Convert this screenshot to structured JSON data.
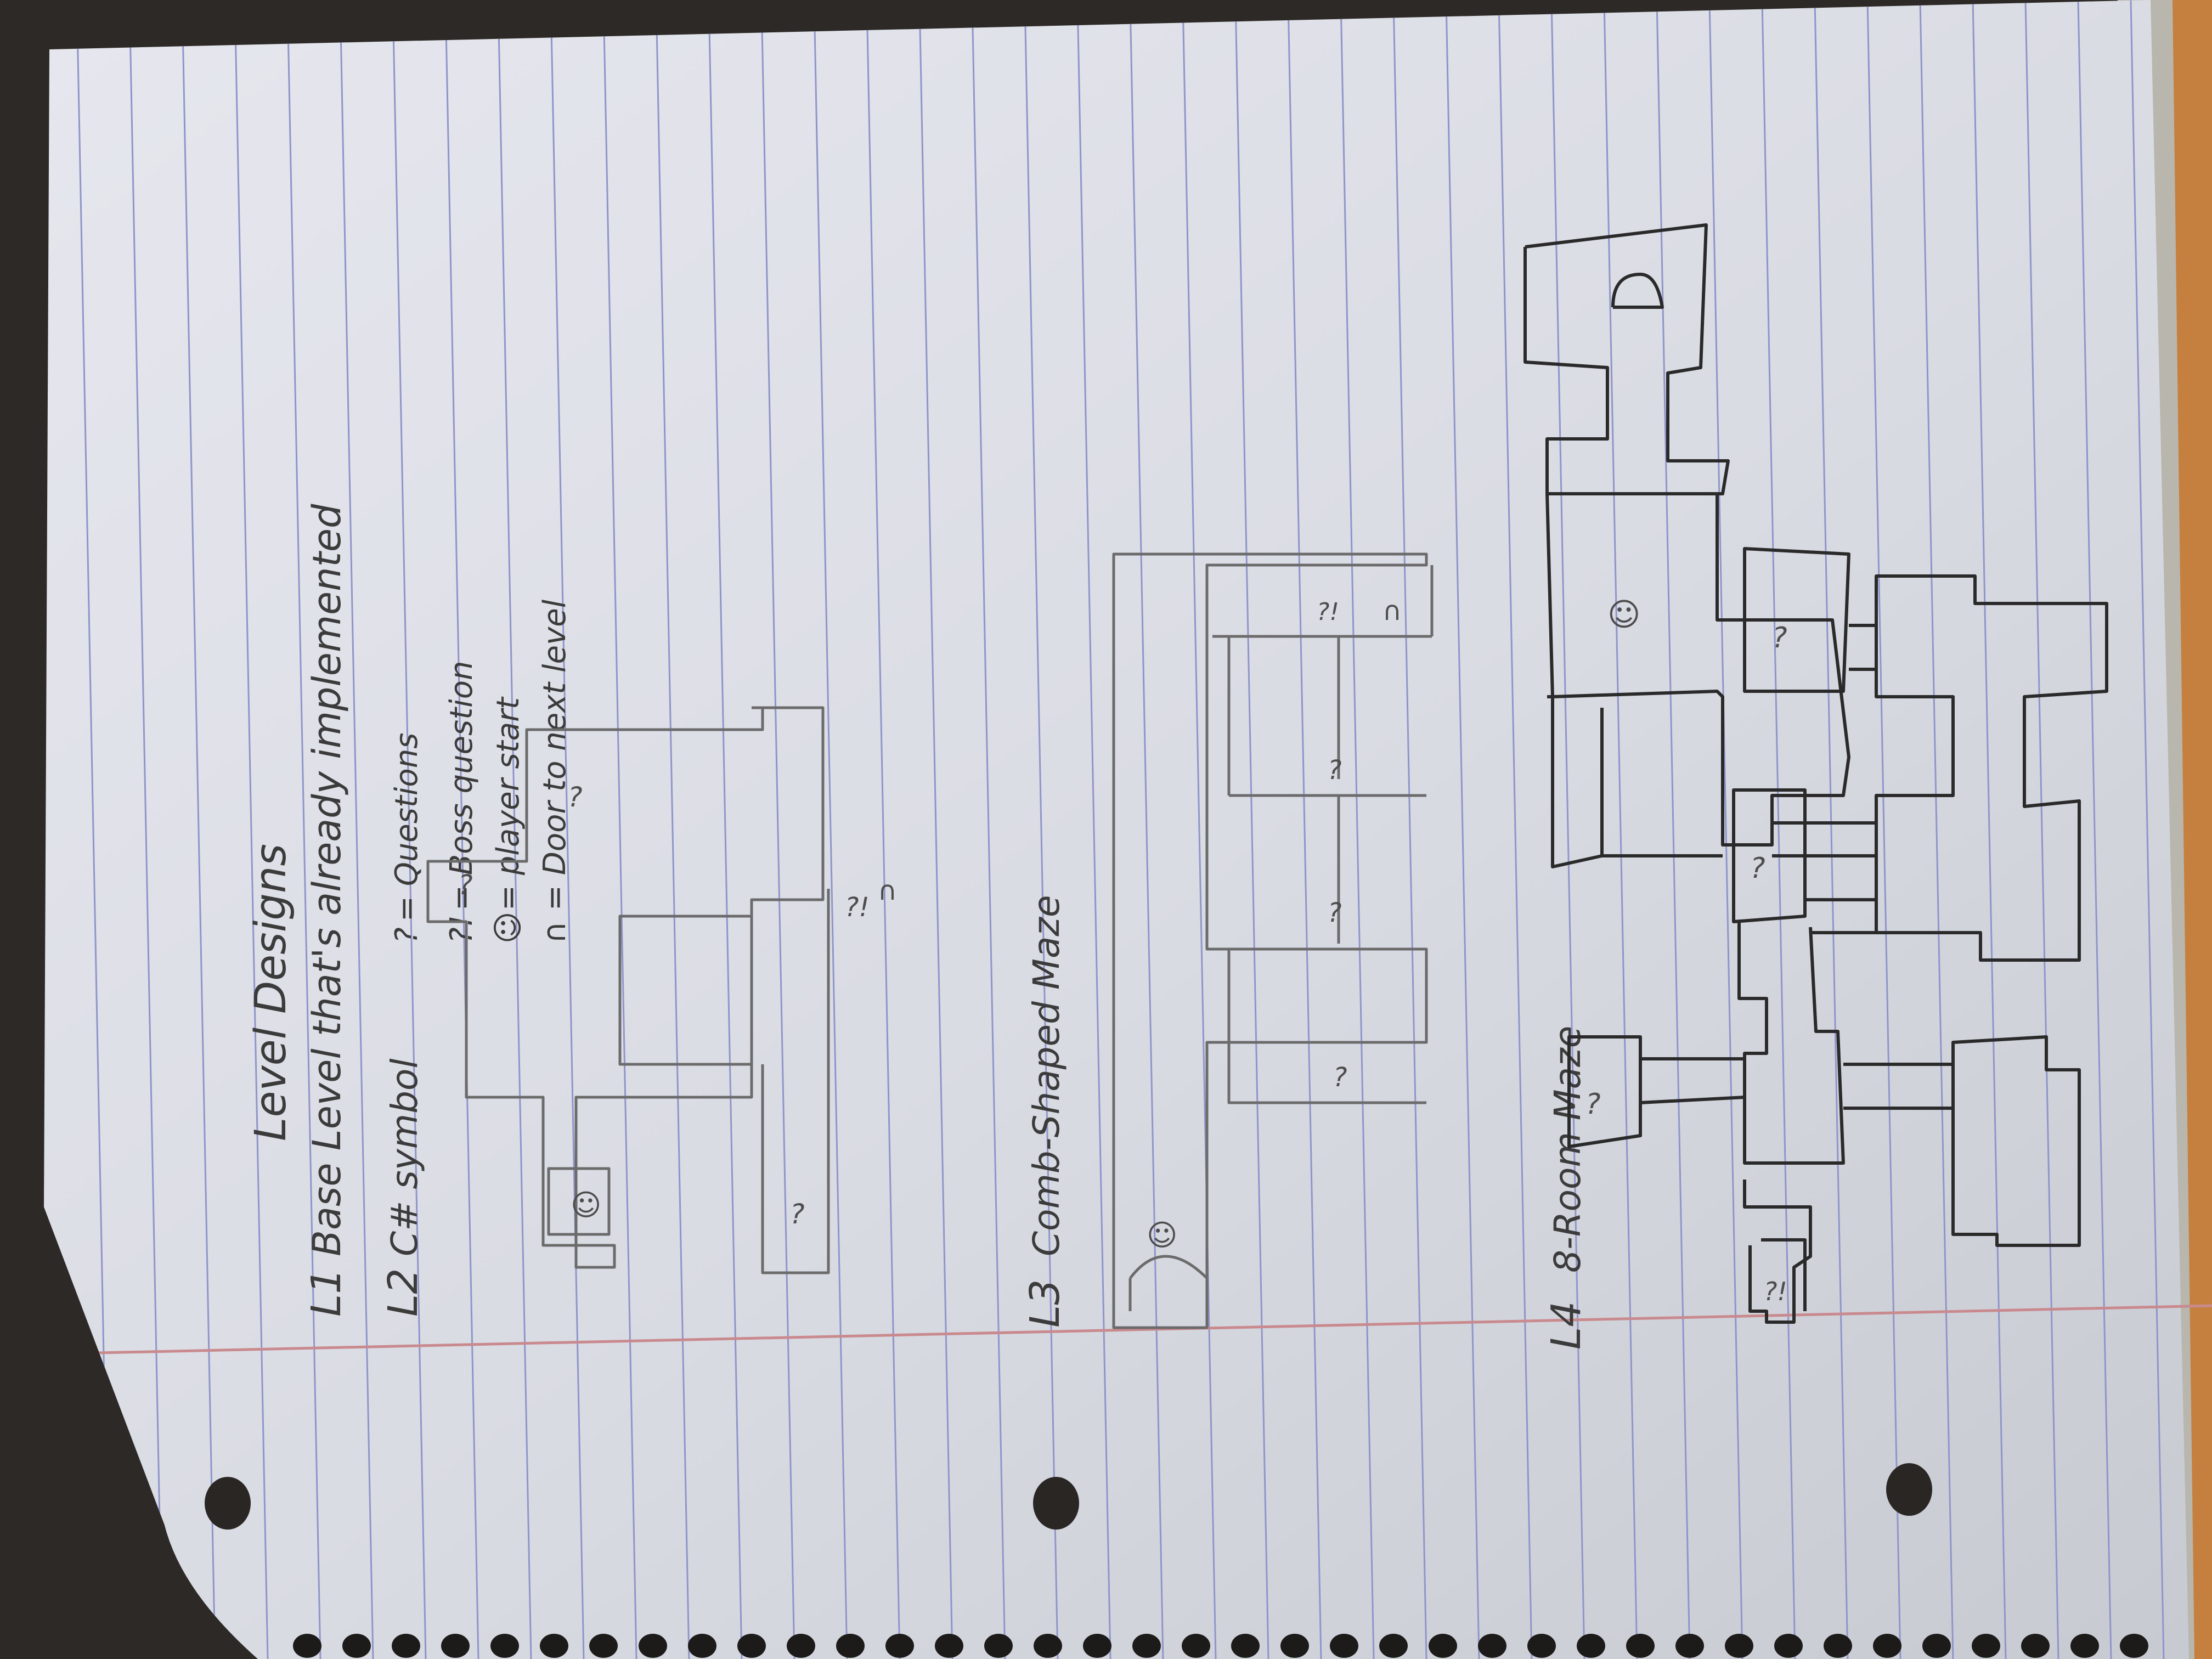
{
  "page": {
    "title": "Level Designs",
    "levels": {
      "l1": {
        "label": "L1",
        "text": "Base Level that's already implemented"
      },
      "l2": {
        "label": "L2",
        "text": "C# symbol"
      },
      "l3": {
        "label": "L3",
        "text": "Comb-Shaped Maze"
      },
      "l4": {
        "label": "L4",
        "text": "8-Room Maze"
      }
    },
    "legend": [
      {
        "symbol": "?",
        "text": "= Questions"
      },
      {
        "symbol": "?!",
        "text": "= Boss question"
      },
      {
        "symbol": "☺",
        "text": "= player start"
      },
      {
        "symbol": "∩",
        "text": "= Door to next level"
      }
    ],
    "map_marks": {
      "question": "?",
      "boss": "?!",
      "start": "☺",
      "door": "∩"
    }
  },
  "colors": {
    "paper": "#dedfe6",
    "rule_lines": "#8f95c9",
    "margin_line": "#c98a8e",
    "pencil": "#6b6b6b",
    "pen": "#2a2a2a",
    "background": "#2c2926"
  }
}
